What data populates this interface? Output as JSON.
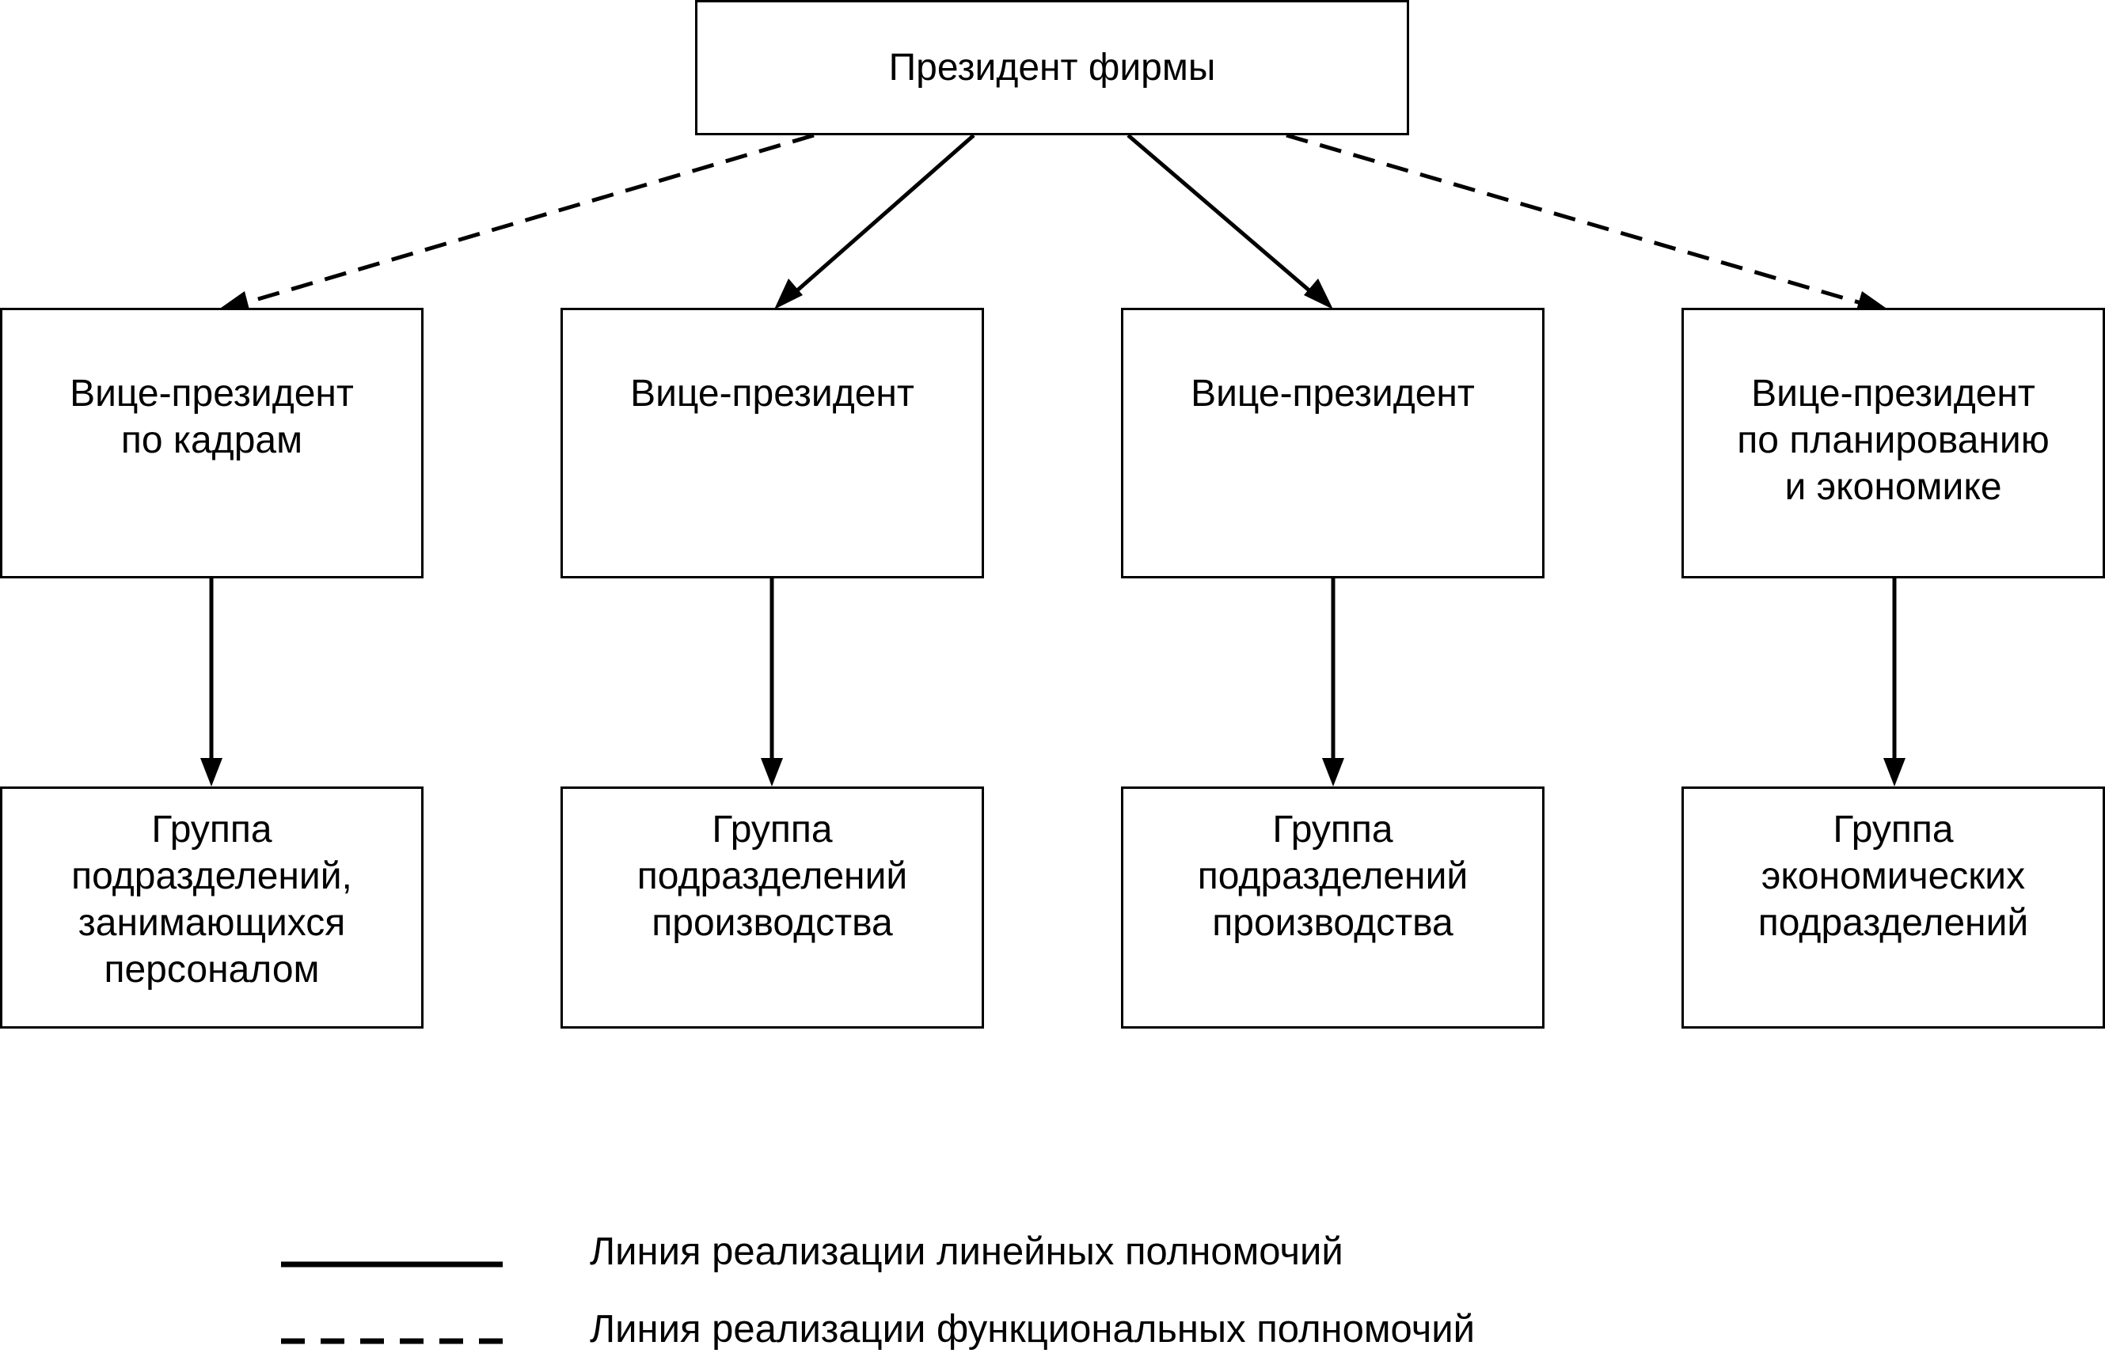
{
  "president": {
    "label": "Президент фирмы"
  },
  "vice_presidents": [
    {
      "label": "Вице-президент\nпо кадрам"
    },
    {
      "label": "Вице-президент"
    },
    {
      "label": "Вице-президент"
    },
    {
      "label": "Вице-президент\nпо планированию\nи экономике"
    }
  ],
  "groups": [
    {
      "label": "Группа\nподразделений,\nзанимающихся\nперсоналом"
    },
    {
      "label": "Группа\nподразделений\nпроизводства"
    },
    {
      "label": "Группа\nподразделений\nпроизводства"
    },
    {
      "label": "Группа\nэкономических\nподразделений"
    }
  ],
  "edges": [
    {
      "from": "president",
      "to": "vice_president_1",
      "type": "functional"
    },
    {
      "from": "president",
      "to": "vice_president_2",
      "type": "linear"
    },
    {
      "from": "president",
      "to": "vice_president_3",
      "type": "linear"
    },
    {
      "from": "president",
      "to": "vice_president_4",
      "type": "functional"
    },
    {
      "from": "vice_president_1",
      "to": "group_1",
      "type": "linear"
    },
    {
      "from": "vice_president_2",
      "to": "group_2",
      "type": "linear"
    },
    {
      "from": "vice_president_3",
      "to": "group_3",
      "type": "linear"
    },
    {
      "from": "vice_president_4",
      "to": "group_4",
      "type": "linear"
    }
  ],
  "legend": {
    "linear": "Линия реализации линейных полномочий",
    "functional": "Линия реализации функциональных полномочий"
  },
  "colors": {
    "line": "#000000",
    "background": "#ffffff"
  }
}
